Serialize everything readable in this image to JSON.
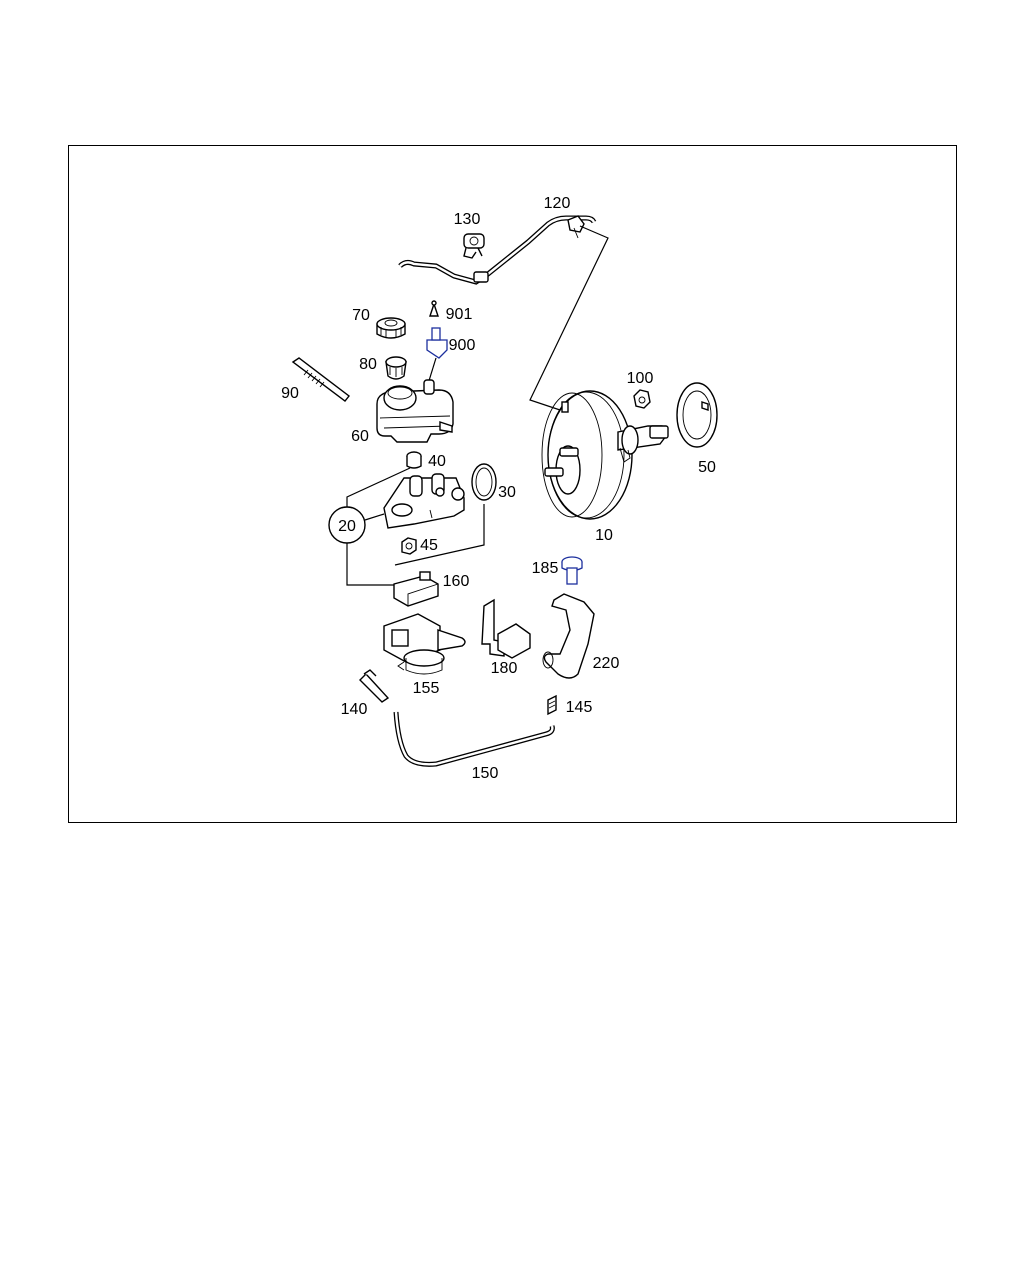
{
  "diagram": {
    "parts": [
      {
        "id": "p10",
        "number": "10"
      },
      {
        "id": "p20",
        "number": "20"
      },
      {
        "id": "p30",
        "number": "30"
      },
      {
        "id": "p40",
        "number": "40"
      },
      {
        "id": "p45",
        "number": "45"
      },
      {
        "id": "p50",
        "number": "50"
      },
      {
        "id": "p60",
        "number": "60"
      },
      {
        "id": "p70",
        "number": "70"
      },
      {
        "id": "p80",
        "number": "80"
      },
      {
        "id": "p90",
        "number": "90"
      },
      {
        "id": "p100",
        "number": "100"
      },
      {
        "id": "p120",
        "number": "120"
      },
      {
        "id": "p130",
        "number": "130"
      },
      {
        "id": "p140",
        "number": "140"
      },
      {
        "id": "p145",
        "number": "145"
      },
      {
        "id": "p150",
        "number": "150"
      },
      {
        "id": "p155",
        "number": "155"
      },
      {
        "id": "p160",
        "number": "160"
      },
      {
        "id": "p180",
        "number": "180"
      },
      {
        "id": "p185",
        "number": "185"
      },
      {
        "id": "p220",
        "number": "220"
      },
      {
        "id": "p900",
        "number": "900"
      },
      {
        "id": "p901",
        "number": "901"
      }
    ]
  }
}
